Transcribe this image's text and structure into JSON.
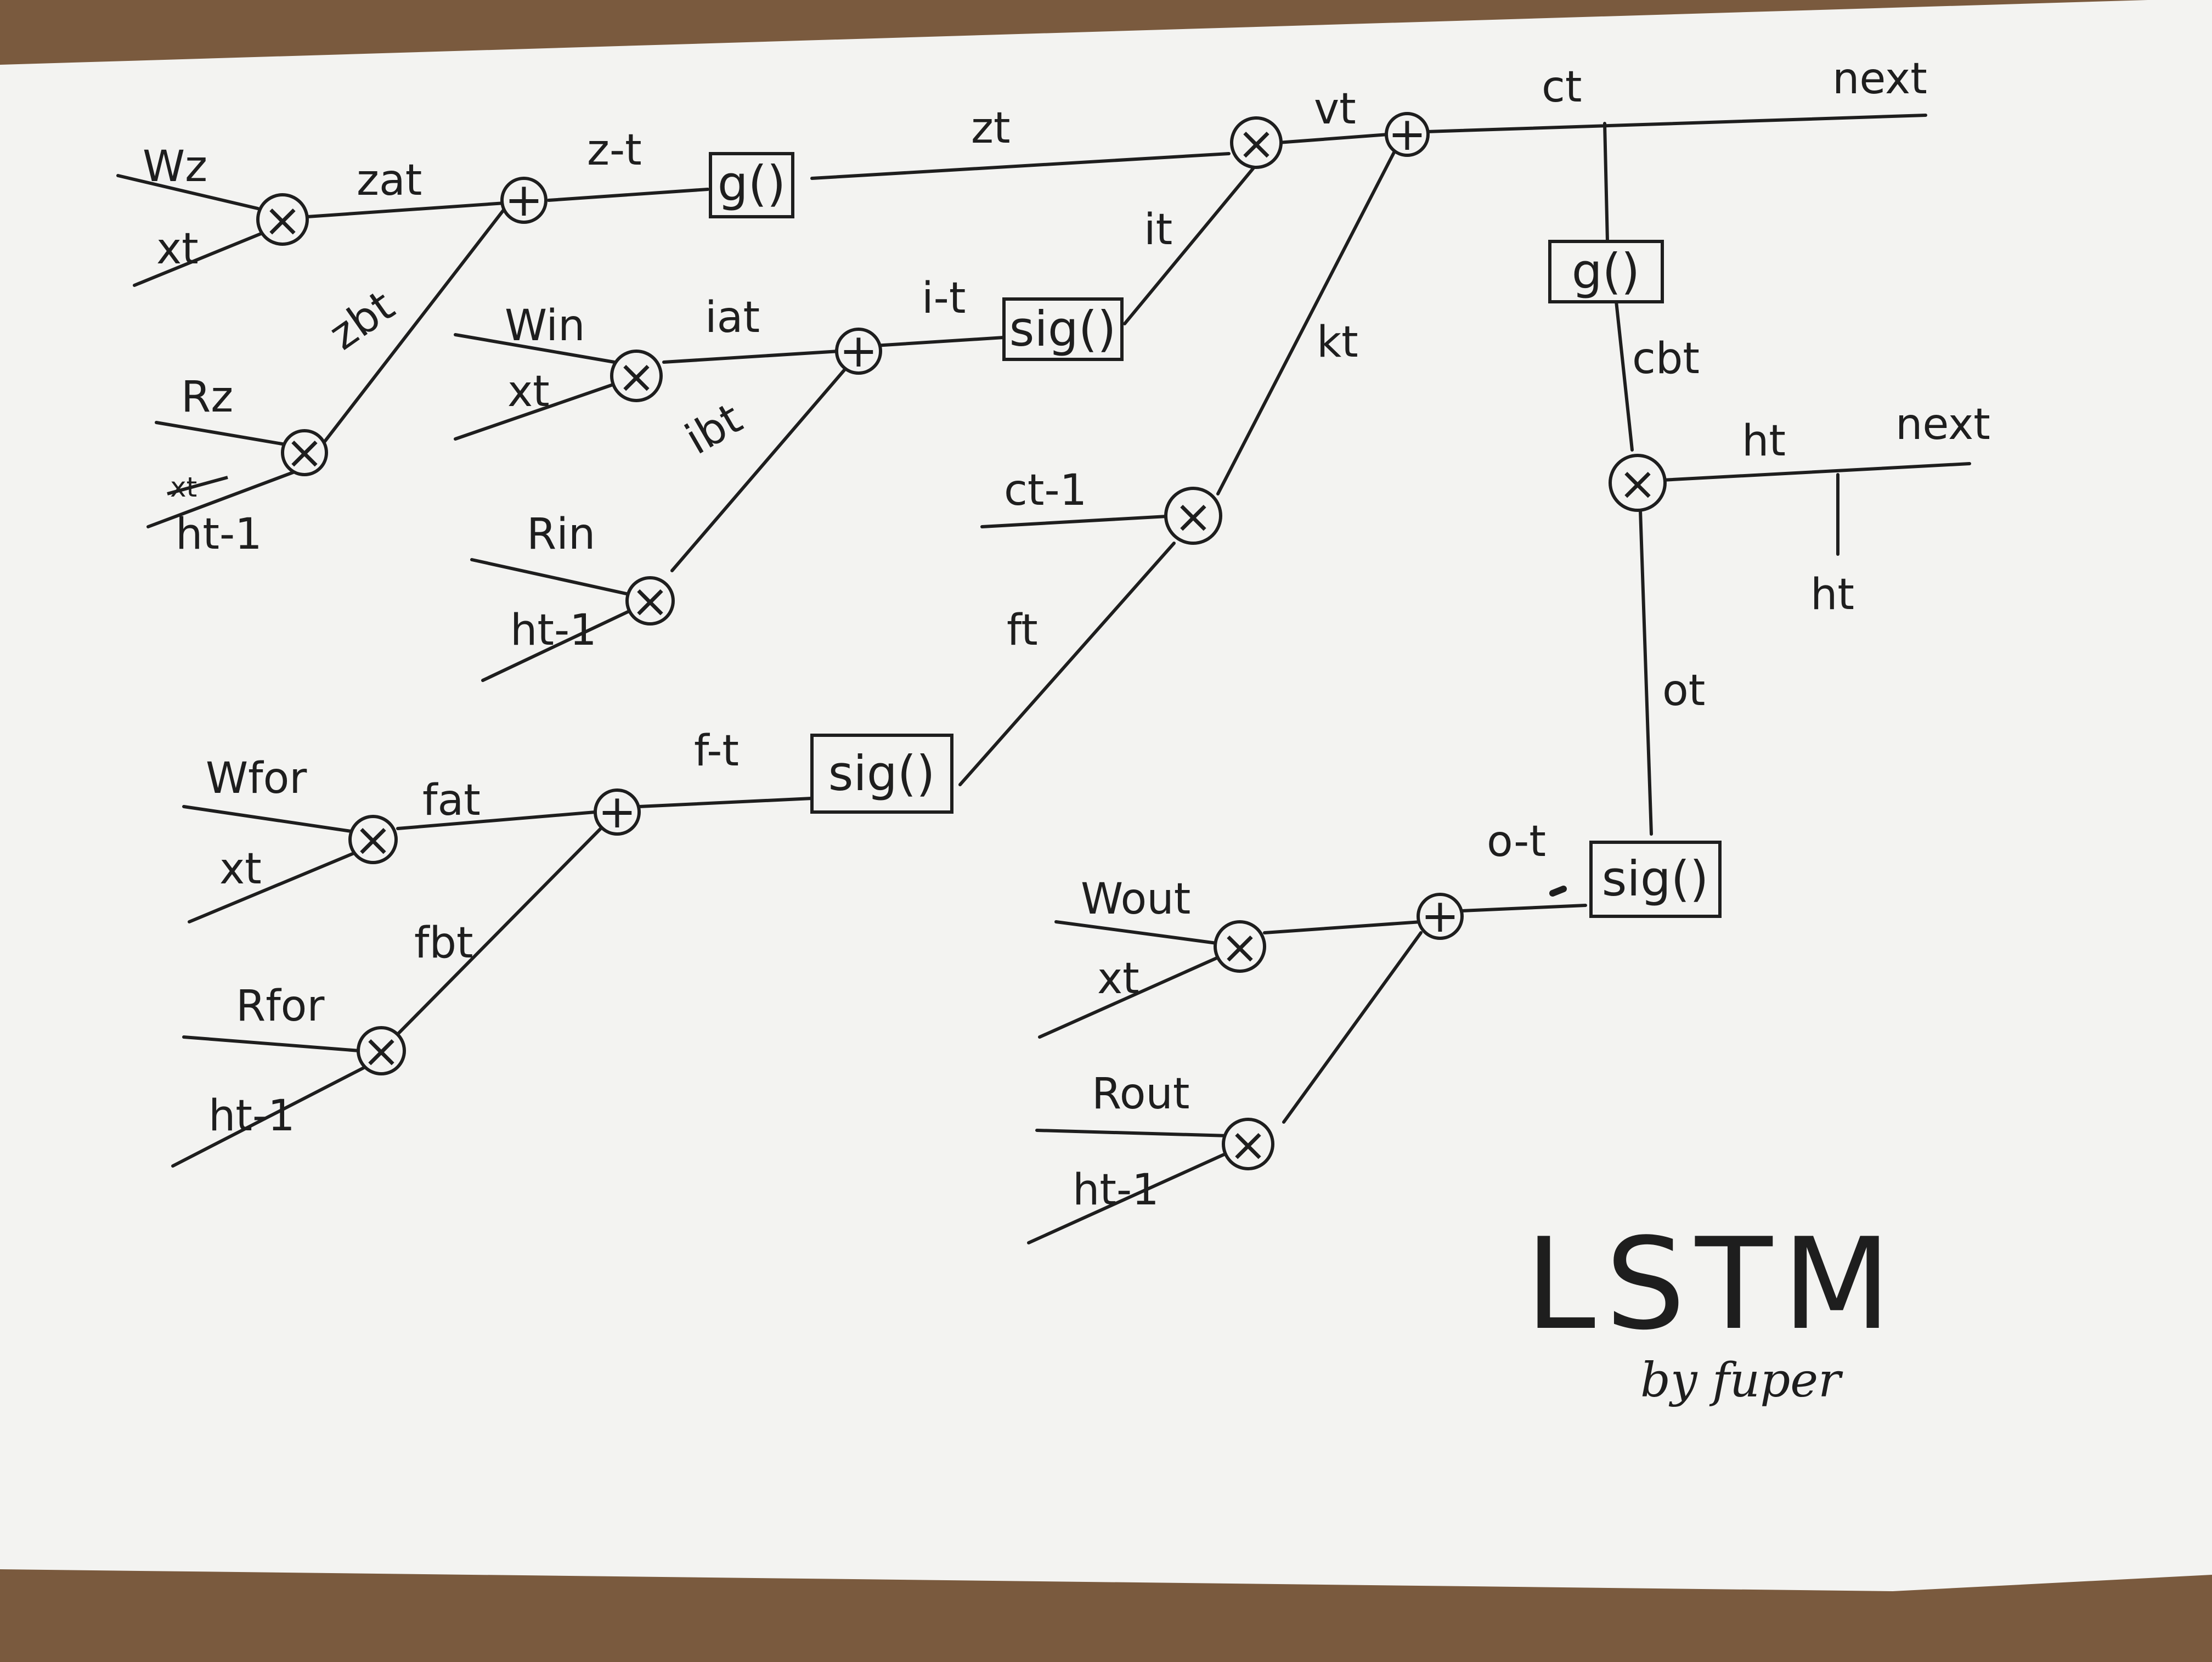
{
  "title": "LSTM",
  "author": "by fuper",
  "colors": {
    "paper": "#f3f3f1",
    "ink": "#1e1e1e",
    "desk": "#7a5a3e"
  },
  "z_block": {
    "weight_x": "Wz",
    "input_x": "xt",
    "weight_h": "Rz",
    "input_h": "ht-1",
    "input_h_strike": "xt",
    "product_x": "zat",
    "product_h": "zbt",
    "pre_activation": "z-t",
    "activation": "g()",
    "output": "zt"
  },
  "input_gate": {
    "weight_x": "Win",
    "input_x": "xt",
    "weight_h": "Rin",
    "input_h": "ht-1",
    "product_x": "iat",
    "product_h": "ibt",
    "pre_activation": "i-t",
    "activation": "sig()",
    "output": "it"
  },
  "forget_gate": {
    "weight_x": "Wfor",
    "input_x": "xt",
    "weight_h": "Rfor",
    "input_h": "ht-1",
    "product_x": "fat",
    "product_h": "fbt",
    "pre_activation": "f-t",
    "activation": "sig()",
    "output": "ft"
  },
  "output_gate": {
    "weight_x": "Wout",
    "input_x": "xt",
    "weight_h": "Rout",
    "input_h": "ht-1",
    "pre_activation": "o-t",
    "activation": "sig()",
    "output": "ot"
  },
  "cell": {
    "prev_cell": "ct-1",
    "gated_input": "vt",
    "kept_memory": "kt",
    "cell_state": "ct",
    "cell_next": "next",
    "cell_activation": "g()",
    "activated_cell": "cbt",
    "hidden": "ht",
    "hidden_next": "next",
    "hidden_out": "ht"
  },
  "operators": {
    "multiply": "×",
    "add": "+"
  }
}
